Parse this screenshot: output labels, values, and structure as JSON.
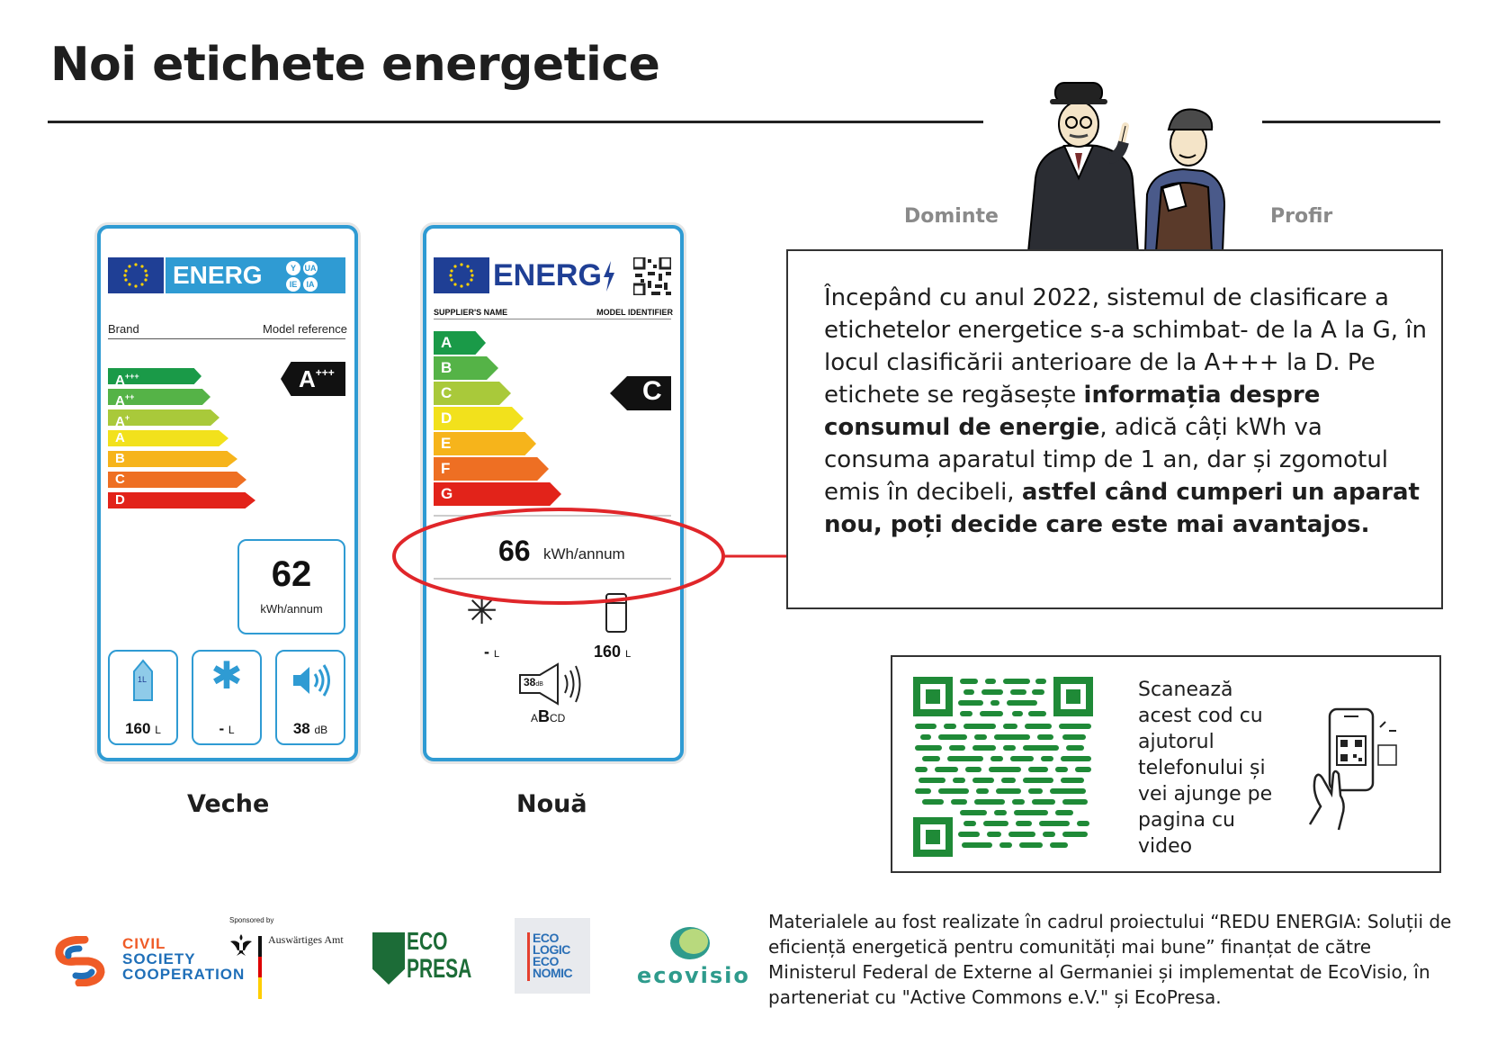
{
  "title": "Noi etichete energetice",
  "characters": {
    "left": "Dominte",
    "right": "Profir"
  },
  "old_label": {
    "caption": "Veche",
    "header_text": "ENERG",
    "circle_labels": [
      "Y",
      "UA",
      "IE",
      "IA"
    ],
    "brand": "Brand",
    "model": "Model reference",
    "classes": [
      {
        "letter": "A",
        "sup": "+++",
        "color": "#1a9a48"
      },
      {
        "letter": "A",
        "sup": "++",
        "color": "#55b347"
      },
      {
        "letter": "A",
        "sup": "+",
        "color": "#a9c93a"
      },
      {
        "letter": "A",
        "sup": "",
        "color": "#f2e11c"
      },
      {
        "letter": "B",
        "sup": "",
        "color": "#f6b41b"
      },
      {
        "letter": "C",
        "sup": "",
        "color": "#ee6f23"
      },
      {
        "letter": "D",
        "sup": "",
        "color": "#e2231a"
      }
    ],
    "rating_letter": "A",
    "rating_sup": "+++",
    "consumption": "62",
    "consumption_unit": "kWh/annum",
    "icon_jug_label": "1L",
    "volume": "160",
    "volume_unit": "L",
    "freezer": "-",
    "freezer_unit": "L",
    "noise": "38",
    "noise_unit": "dB"
  },
  "new_label": {
    "caption": "Nouă",
    "header_text": "ENERG",
    "supplier": "SUPPLIER'S NAME",
    "model": "MODEL IDENTIFIER",
    "classes": [
      {
        "letter": "A",
        "color": "#1a9a48"
      },
      {
        "letter": "B",
        "color": "#55b347"
      },
      {
        "letter": "C",
        "color": "#a9c93a"
      },
      {
        "letter": "D",
        "color": "#f2e11c"
      },
      {
        "letter": "E",
        "color": "#f6b41b"
      },
      {
        "letter": "F",
        "color": "#ee6f23"
      },
      {
        "letter": "G",
        "color": "#e2231a"
      }
    ],
    "rating": "C",
    "consumption": "66",
    "consumption_unit": "kWh/annum",
    "freezer": "-",
    "freezer_unit": "L",
    "volume": "160",
    "volume_unit": "L",
    "noise": "38",
    "noise_unit": "dB",
    "noise_class_pre": "A",
    "noise_class_main": "B",
    "noise_class_post": "CD"
  },
  "info": {
    "p1": "Începând cu anul 2022, sistemul de clasificare a etichetelor energetice s-a schimbat- de la A la G, în locul clasificării anterioare de la A+++ la D. Pe etichete se regăsește ",
    "b1": "informația despre consumul de energie",
    "p2": ", adică câți kWh va consuma aparatul timp de 1 an, dar și zgomotul emis în decibeli, ",
    "b2": "astfel când cumperi un aparat nou, poți decide care este mai avantajos."
  },
  "scan_text": "Scanează acest cod cu ajutorul telefonului și vei ajunge pe pagina cu video",
  "logos": {
    "civil_1": "CIVIL",
    "civil_2": "SOCIETY",
    "civil_3": "COOPERATION",
    "sponsored": "Sponsored by",
    "amt": "Auswärtiges Amt",
    "eco_1": "ECO",
    "eco_2": "PRESA",
    "ele_1": "ECO",
    "ele_2": "LOGIC",
    "ele_3": "ECO",
    "ele_4": "NOMIC",
    "ecovisio": "ecovisio"
  },
  "footer": "Materialele au fost realizate în cadrul  proiectului “REDU ENERGIA: Soluții de eficiență energetică pentru comunități mai bune”  finanțat de către Ministerul Federal de Externe al Germaniei și implementat de EcoVisio, în parteneriat cu \"Active Commons e.V.\" și  EcoPresa.",
  "colors": {
    "label_blue": "#2f9bd3",
    "eu_blue": "#1f3f95",
    "qr_green": "#1f8a37",
    "highlight_red": "#e0262a"
  }
}
